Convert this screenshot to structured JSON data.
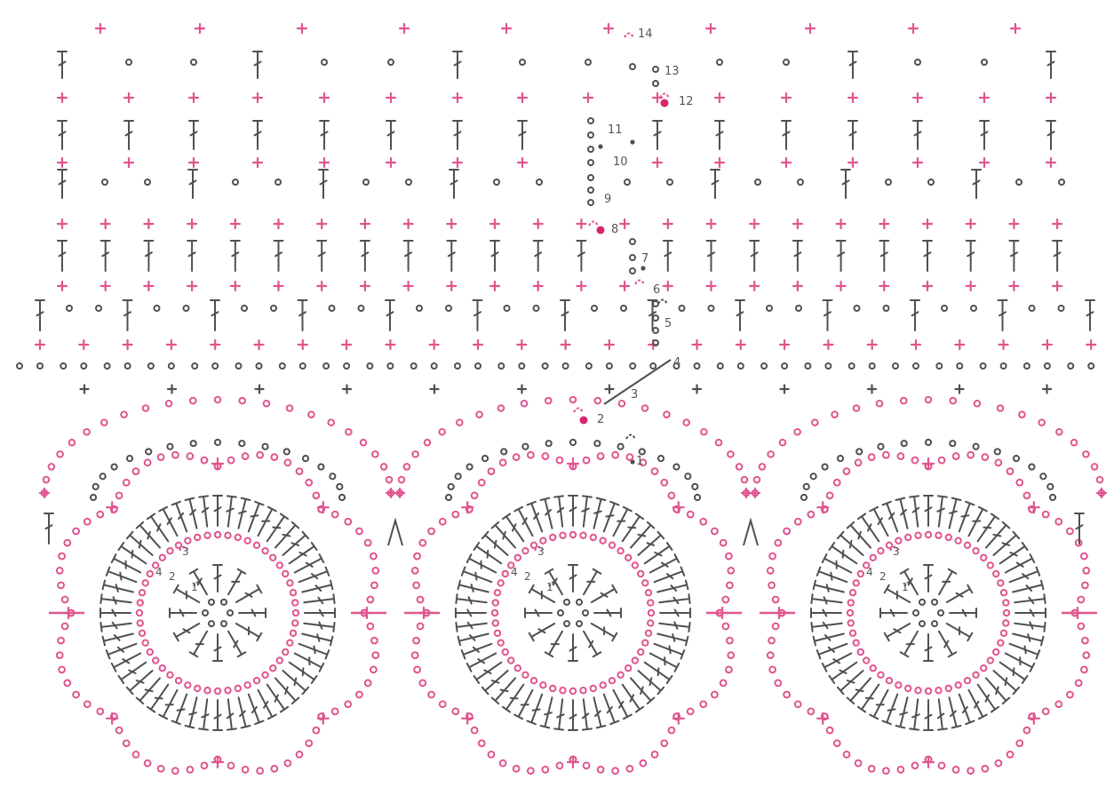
{
  "colors": {
    "background": "#ffffff",
    "pink": "#e0558f",
    "dark": "#505050",
    "marker": "#d8246c",
    "label": "#555555"
  },
  "symbols": {
    "single_crochet": "plus-cross",
    "chain": "open-circle",
    "double_crochet": "t-stitch",
    "slip_stitch": "filled-dot",
    "marker": "dashed-arc"
  },
  "row_labels": [
    "1",
    "2",
    "3",
    "4",
    "5",
    "6",
    "7",
    "8",
    "9",
    "10",
    "11",
    "12",
    "13",
    "14"
  ],
  "motif_round_labels": [
    "1",
    "2",
    "3",
    "4"
  ],
  "motif_count": 3
}
